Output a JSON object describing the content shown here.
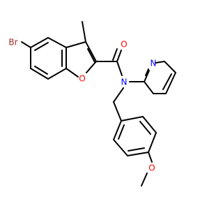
{
  "molecule": {
    "atom_labels": {
      "bromine": "Br",
      "furan_oxygen": "O",
      "carbonyl_oxygen": "O",
      "amide_nitrogen": "N",
      "pyridine_nitrogen": "N",
      "ether_oxygen": "O"
    },
    "colors": {
      "bond": "#000000",
      "bromine": "#a52a2a",
      "oxygen": "#ff0000",
      "nitrogen": "#0000ff"
    }
  }
}
